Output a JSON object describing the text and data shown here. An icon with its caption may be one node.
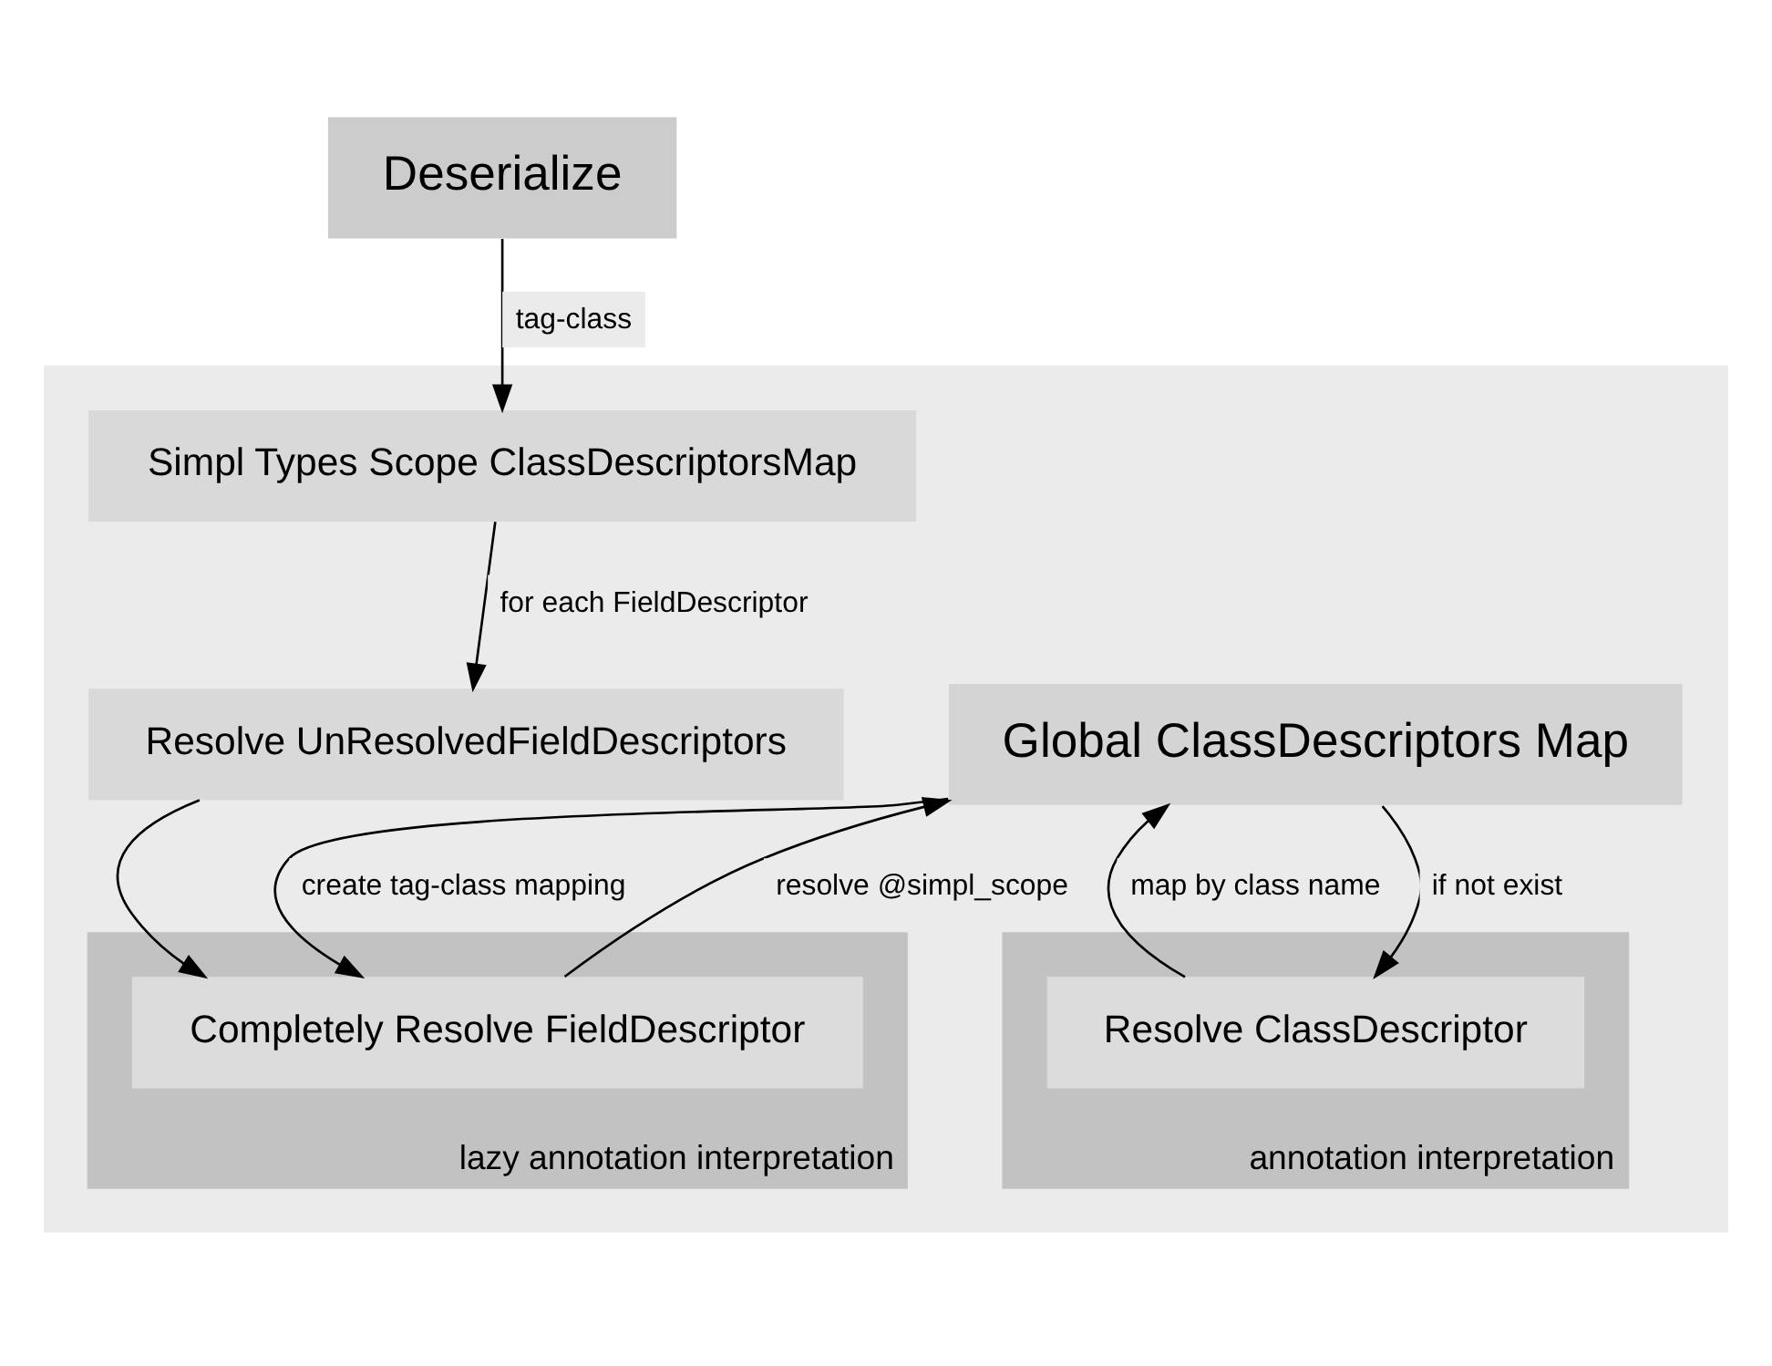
{
  "diagram": {
    "nodes": [
      {
        "text": [
          "Deserialize"
        ]
      },
      {
        "text": [],
        "shape": "box"
      },
      {
        "text": [
          "Global ClassDescriptors Map"
        ],
        "in": 1
      },
      {
        "text": [
          "Simpl Types Scope ClassDescriptorsMap"
        ],
        "in": 1
      },
      {
        "text": [
          "Resolve UnResolvedFieldDescriptors"
        ],
        "in": 1
      },
      {
        "text": [
          "annotation interpretation"
        ],
        "in": 1
      },
      {
        "text": [
          "Resolve ClassDescriptor"
        ],
        "in": 5
      },
      {
        "text": [
          "lazy annotation interpretation"
        ],
        "in": 1
      },
      {
        "text": [
          "Completely Resolve FieldDescriptor"
        ],
        "in": 7
      }
    ],
    "edges": [
      {
        "from": 0,
        "to": 3,
        "arrow": "to",
        "label": "tag-class"
      },
      {
        "from": 3,
        "to": 4,
        "arrow": "to",
        "label": "for each FieldDescriptor"
      },
      {
        "from": 4,
        "to": 8,
        "arrow": "to"
      },
      {
        "from": 2,
        "to": 6,
        "arrow": "to",
        "label": "if not exist"
      },
      {
        "from": 6,
        "to": 2,
        "arrow": "to",
        "label": "map by class name"
      },
      {
        "from": 8,
        "to": 2,
        "arrow": "to",
        "label": "resolve @simpl_scope"
      },
      {
        "from": 2,
        "to": 8,
        "arrow": "to",
        "label": "create tag-class mapping"
      }
    ]
  }
}
